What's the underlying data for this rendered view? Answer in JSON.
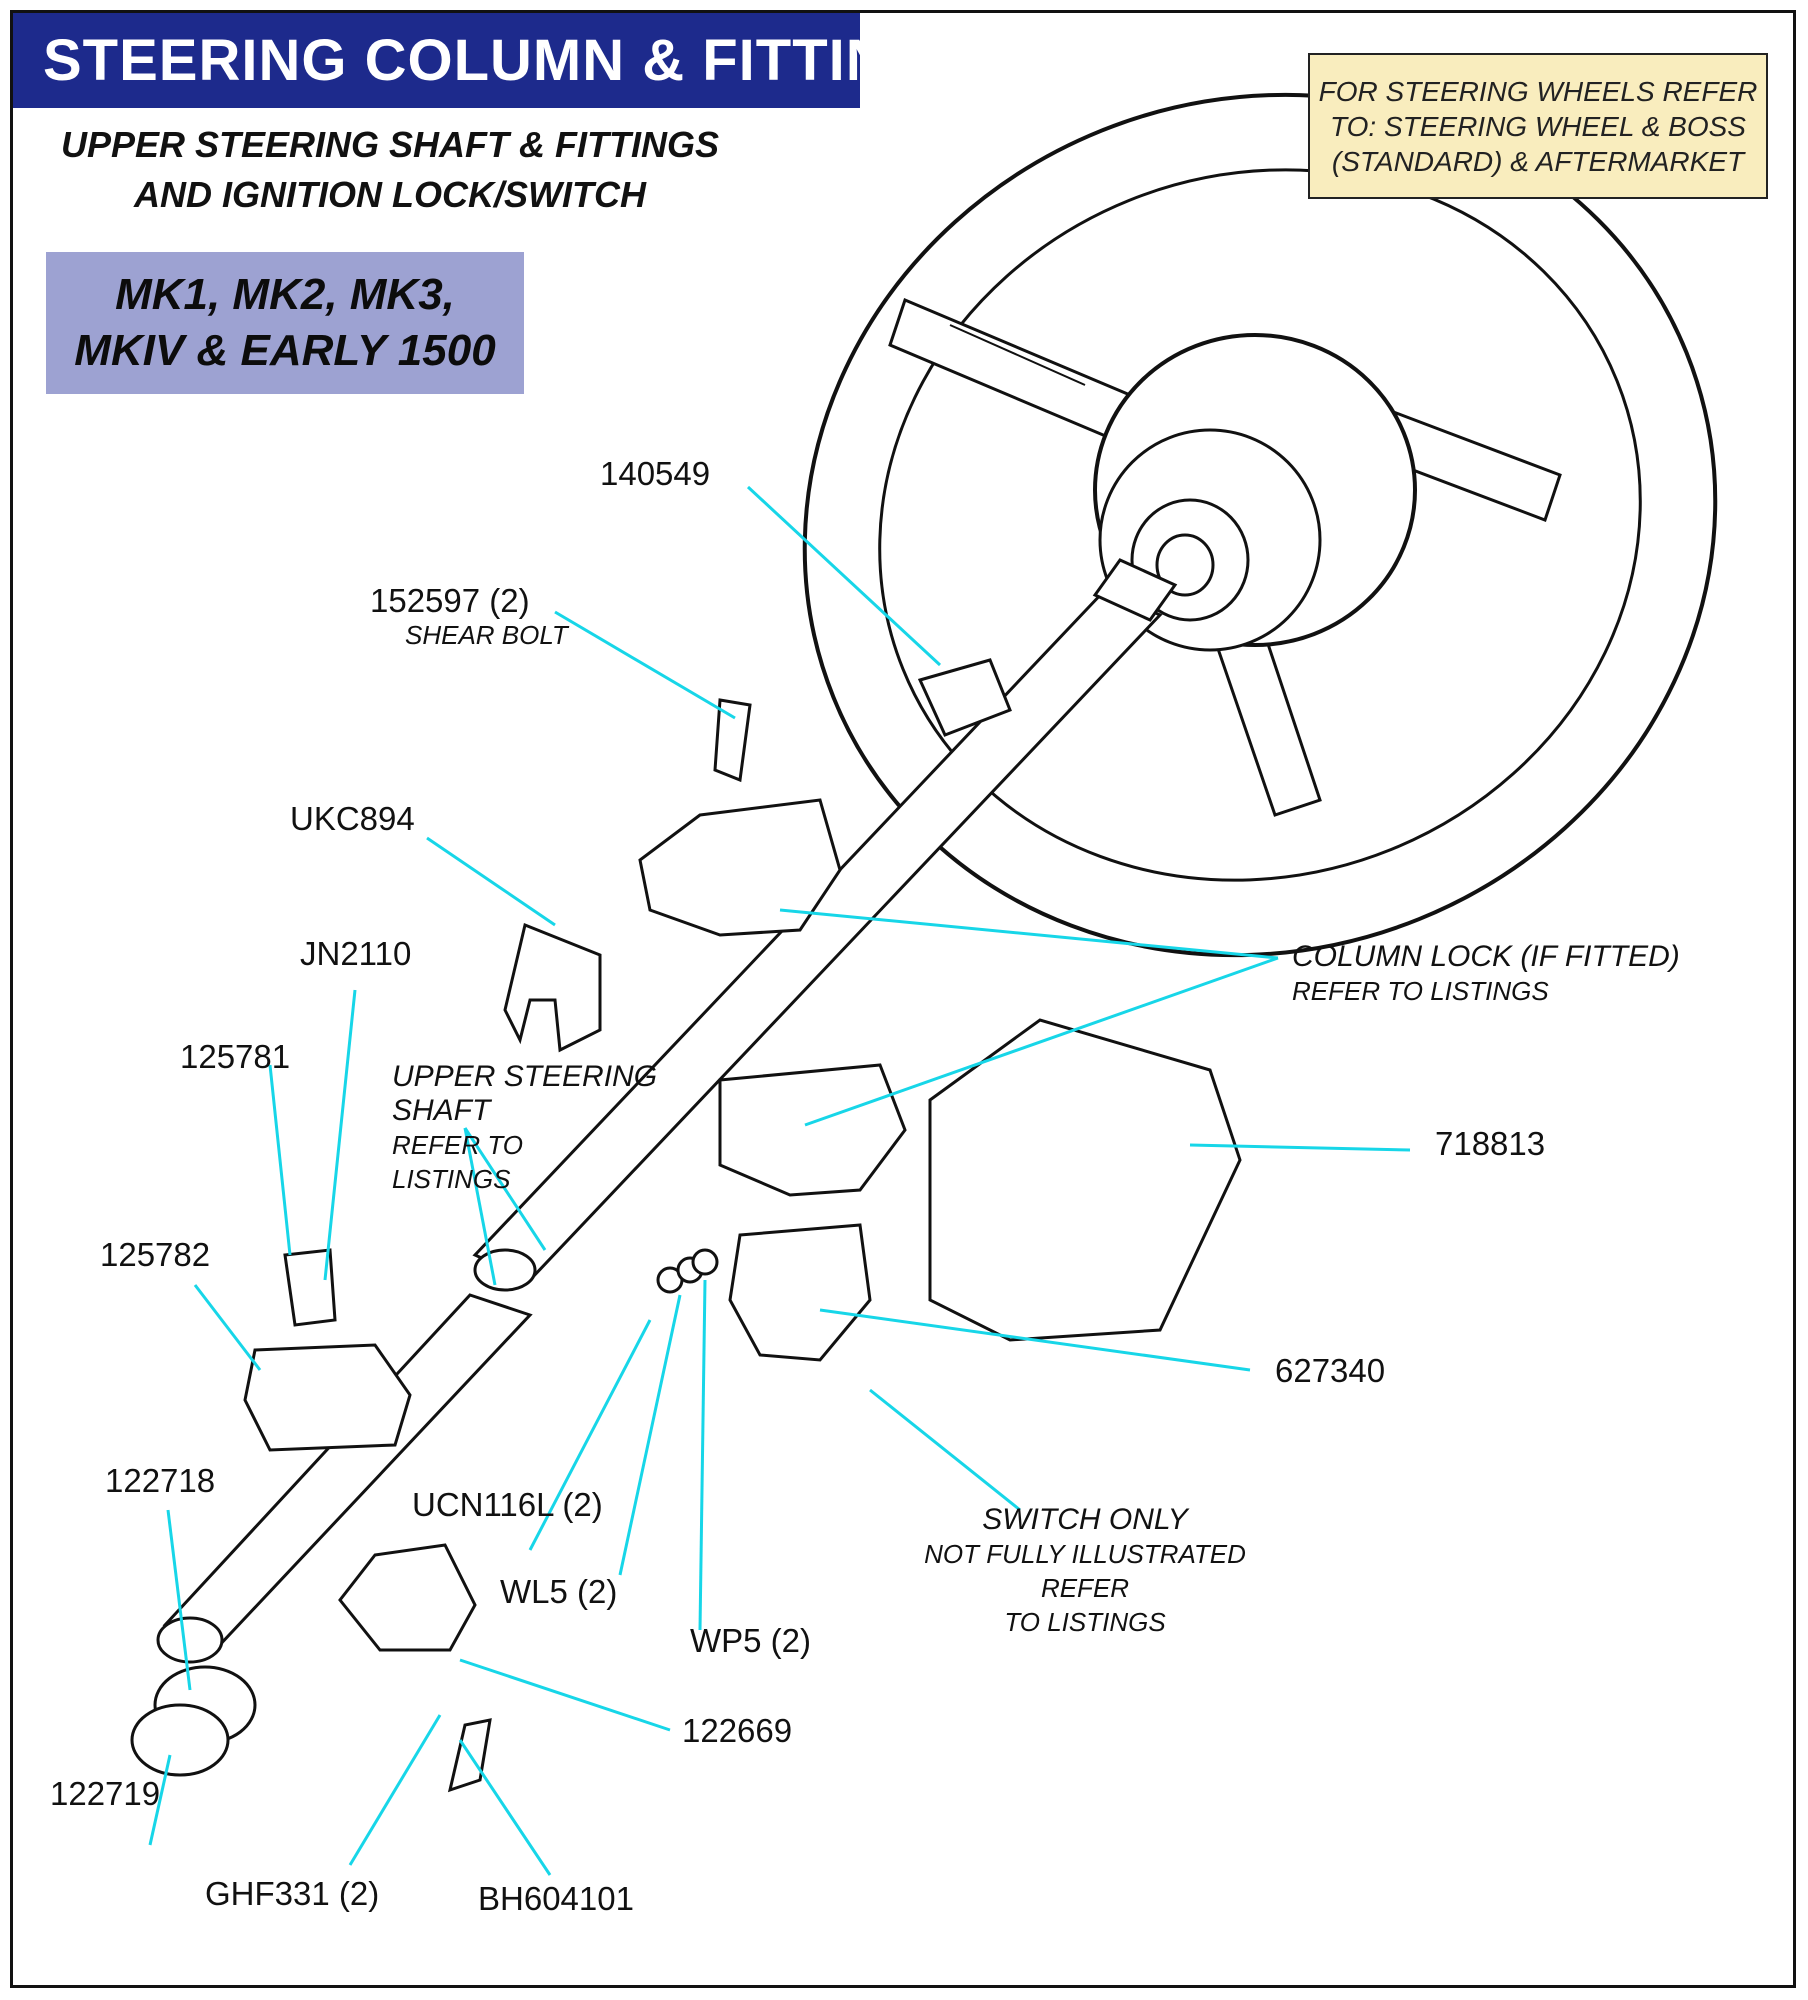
{
  "header": {
    "title": "STEERING COLUMN & FITTINGS",
    "subtitle_line1": "UPPER STEERING SHAFT & FITTINGS",
    "subtitle_line2": "AND IGNITION LOCK/SWITCH",
    "models_line1": "MK1, MK2, MK3,",
    "models_line2": "MKIV & EARLY 1500"
  },
  "note": {
    "line1": "FOR STEERING WHEELS REFER",
    "line2": "TO: STEERING WHEEL & BOSS",
    "line3": "(STANDARD) & AFTERMARKET"
  },
  "parts": {
    "p140549": "140549",
    "p152597": "152597 (2)",
    "p152597_note": "SHEAR BOLT",
    "ukc894": "UKC894",
    "jn2110": "JN2110",
    "p125781": "125781",
    "p125782": "125782",
    "p122718": "122718",
    "p122719": "122719",
    "ghf331": "GHF331 (2)",
    "bh604101": "BH604101",
    "p122669": "122669",
    "ucn116l": "UCN116L (2)",
    "wl5": "WL5 (2)",
    "wp5": "WP5 (2)",
    "p627340": "627340",
    "p718813": "718813"
  },
  "callouts": {
    "upper_shaft_line1": "UPPER STEERING",
    "upper_shaft_line2": "SHAFT",
    "upper_shaft_ref1": "REFER TO",
    "upper_shaft_ref2": "LISTINGS",
    "column_lock": "COLUMN LOCK (IF FITTED)",
    "column_lock_ref": "REFER TO LISTINGS",
    "switch_only": "SWITCH ONLY",
    "switch_ref1": "NOT FULLY ILLUSTRATED REFER",
    "switch_ref2": "TO LISTINGS"
  },
  "colors": {
    "title_bg": "#1d2a8c",
    "models_bg": "#9da2d2",
    "note_bg": "#f9edbe",
    "leader": "#17d6e8"
  }
}
